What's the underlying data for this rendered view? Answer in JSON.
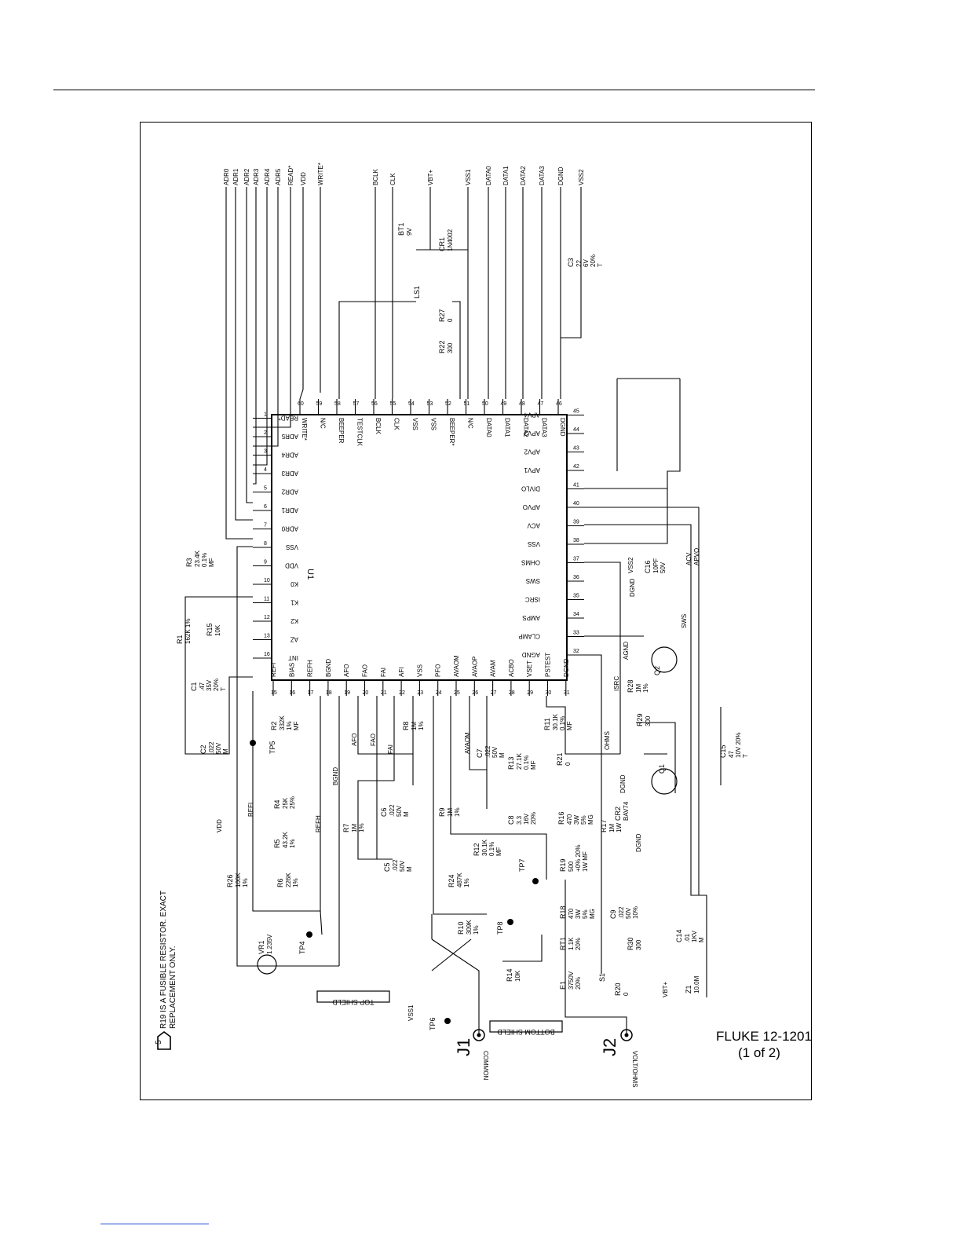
{
  "figure": {
    "id": "FLUKE 12-1201",
    "sheet": "(1 of 2)"
  },
  "note": {
    "marker": "5",
    "lines": [
      "R19 IS A FUSIBLE RESISTOR. EXACT",
      "REPLACEMENT ONLY."
    ]
  },
  "ic": {
    "ref": "U1",
    "pins_left": [
      {
        "n": "16",
        "name": "INT"
      },
      {
        "n": "13",
        "name": "AZ"
      },
      {
        "n": "12",
        "name": "K2"
      },
      {
        "n": "11",
        "name": "K1"
      },
      {
        "n": "10",
        "name": "K0"
      },
      {
        "n": "9",
        "name": "VDD"
      },
      {
        "n": "8",
        "name": "VSS"
      },
      {
        "n": "7",
        "name": "ADR0"
      },
      {
        "n": "6",
        "name": "ADR1"
      },
      {
        "n": "5",
        "name": "ADR2"
      },
      {
        "n": "4",
        "name": "ADR3"
      },
      {
        "n": "3",
        "name": "ADR4"
      },
      {
        "n": "2",
        "name": "ADR5"
      },
      {
        "n": "1",
        "name": "READ*"
      }
    ],
    "pins_top": [
      {
        "n": "15",
        "name": "REFI"
      },
      {
        "n": "16",
        "name": "BIAS"
      },
      {
        "n": "17",
        "name": "REFH"
      },
      {
        "n": "18",
        "name": "BGND"
      },
      {
        "n": "19",
        "name": "AFO"
      },
      {
        "n": "20",
        "name": "FAO"
      },
      {
        "n": "21",
        "name": "FAI"
      },
      {
        "n": "22",
        "name": "AFI"
      },
      {
        "n": "23",
        "name": "VSS"
      },
      {
        "n": "24",
        "name": "PFO"
      },
      {
        "n": "25",
        "name": "AVAOM"
      },
      {
        "n": "26",
        "name": "AVAOP"
      },
      {
        "n": "27",
        "name": "AVAM"
      },
      {
        "n": "28",
        "name": "ACBO"
      },
      {
        "n": "29",
        "name": "VSET"
      },
      {
        "n": "30",
        "name": "PSTEST"
      },
      {
        "n": "31",
        "name": "DGND"
      }
    ],
    "pins_bottom": [
      {
        "n": "60",
        "name": "WRITE*"
      },
      {
        "n": "59",
        "name": "N/C"
      },
      {
        "n": "58",
        "name": "BEEPER"
      },
      {
        "n": "57",
        "name": "TESTCLK"
      },
      {
        "n": "56",
        "name": "BCLK"
      },
      {
        "n": "55",
        "name": "CLK"
      },
      {
        "n": "54",
        "name": "VSS"
      },
      {
        "n": "53",
        "name": "VSS"
      },
      {
        "n": "52",
        "name": "BEEPER*"
      },
      {
        "n": "51",
        "name": "N/C"
      },
      {
        "n": "50",
        "name": "DATA0"
      },
      {
        "n": "49",
        "name": "DATA1"
      },
      {
        "n": "48",
        "name": "DATA2"
      },
      {
        "n": "47",
        "name": "DATA3"
      },
      {
        "n": "46",
        "name": "DGND"
      }
    ],
    "pins_right": [
      {
        "n": "32",
        "name": "AGND"
      },
      {
        "n": "33",
        "name": "CLAMP"
      },
      {
        "n": "34",
        "name": "AMPS"
      },
      {
        "n": "35",
        "name": "ISRC"
      },
      {
        "n": "36",
        "name": "SWS"
      },
      {
        "n": "37",
        "name": "OHMS"
      },
      {
        "n": "38",
        "name": "VSS"
      },
      {
        "n": "39",
        "name": "ACV"
      },
      {
        "n": "40",
        "name": "APVO"
      },
      {
        "n": "41",
        "name": "DIVLO"
      },
      {
        "n": "42",
        "name": "APV1"
      },
      {
        "n": "43",
        "name": "APV2"
      },
      {
        "n": "44",
        "name": "APV3"
      },
      {
        "n": "45",
        "name": "APV4"
      }
    ]
  },
  "signals_top": [
    "ADR0",
    "ADR1",
    "ADR2",
    "ADR3",
    "ADR4",
    "ADR5",
    "READ*",
    "VDD",
    "WRITE*",
    "BCLK",
    "CLK",
    "VBT+",
    "VSS1",
    "DATA0",
    "DATA1",
    "DATA2",
    "DATA3",
    "DGND",
    "VSS2"
  ],
  "components": [
    {
      "ref": "R3",
      "vals": [
        "23.4K",
        "0.1%",
        "MF"
      ]
    },
    {
      "ref": "R1",
      "vals": [
        "162K 1%"
      ]
    },
    {
      "ref": "R15",
      "vals": [
        "10K"
      ]
    },
    {
      "ref": "C1",
      "vals": [
        ".47",
        "35V",
        "20%",
        "T"
      ]
    },
    {
      "ref": "C2",
      "vals": [
        ".022",
        "50V",
        "M"
      ]
    },
    {
      "ref": "R2",
      "vals": [
        "332K",
        "1%",
        "MF"
      ]
    },
    {
      "ref": "TP5",
      "vals": []
    },
    {
      "ref": "R4",
      "vals": [
        "25K",
        "25%"
      ]
    },
    {
      "ref": "R5",
      "vals": [
        "43.2K",
        "1%"
      ]
    },
    {
      "ref": "R26",
      "vals": [
        "100K",
        "1%"
      ]
    },
    {
      "ref": "R6",
      "vals": [
        "226K",
        "1%"
      ]
    },
    {
      "ref": "VR1",
      "vals": [
        "1.235V"
      ]
    },
    {
      "ref": "TP4",
      "vals": []
    },
    {
      "ref": "R7",
      "vals": [
        "1M",
        "1%"
      ]
    },
    {
      "ref": "C6",
      "vals": [
        ".022",
        "50V",
        "M"
      ]
    },
    {
      "ref": "C5",
      "vals": [
        ".022",
        "50V",
        "M"
      ]
    },
    {
      "ref": "R8",
      "vals": [
        "1M",
        "1%"
      ]
    },
    {
      "ref": "R9",
      "vals": [
        "1M",
        "1%"
      ]
    },
    {
      "ref": "C7",
      "vals": [
        ".022",
        "50V",
        "M"
      ]
    },
    {
      "ref": "R13",
      "vals": [
        "27.1K",
        "0.1%",
        "MF"
      ]
    },
    {
      "ref": "C8",
      "vals": [
        "3.3",
        "16V",
        "20%"
      ]
    },
    {
      "ref": "R12",
      "vals": [
        "30.1K",
        "0.1%",
        "MF"
      ]
    },
    {
      "ref": "R24",
      "vals": [
        "487K",
        "1%"
      ]
    },
    {
      "ref": "TP7",
      "vals": []
    },
    {
      "ref": "R10",
      "vals": [
        "309K",
        "1%"
      ]
    },
    {
      "ref": "TP8",
      "vals": []
    },
    {
      "ref": "R14",
      "vals": [
        "10K"
      ]
    },
    {
      "ref": "R11",
      "vals": [
        "30.1K",
        "0.1%",
        "MF"
      ]
    },
    {
      "ref": "R21",
      "vals": [
        "0"
      ]
    },
    {
      "ref": "R16",
      "vals": [
        "470",
        "3W",
        "5%",
        "MG"
      ]
    },
    {
      "ref": "CR2",
      "vals": [
        "BAV74"
      ]
    },
    {
      "ref": "Q1",
      "vals": []
    },
    {
      "ref": "R17",
      "vals": [
        "1M",
        "1W"
      ]
    },
    {
      "ref": "R19",
      "vals": [
        "500",
        "+0% 20%",
        "1W MF"
      ]
    },
    {
      "ref": "R18",
      "vals": [
        "470",
        "3W",
        "5%",
        "MG"
      ]
    },
    {
      "ref": "C9",
      "vals": [
        ".022",
        "50V",
        "10%"
      ]
    },
    {
      "ref": "RT1",
      "vals": [
        "1.1K",
        "20%"
      ]
    },
    {
      "ref": "R30",
      "vals": [
        "300"
      ]
    },
    {
      "ref": "E1",
      "vals": [
        "3750V",
        "20%"
      ]
    },
    {
      "ref": "S1",
      "vals": []
    },
    {
      "ref": "R20",
      "vals": [
        "0"
      ]
    },
    {
      "ref": "C14",
      "vals": [
        ".01",
        "1KV",
        "M"
      ]
    },
    {
      "ref": "Z1",
      "vals": [
        "10.0M"
      ]
    },
    {
      "ref": "R29",
      "vals": [
        "300"
      ]
    },
    {
      "ref": "R28",
      "vals": [
        "1M",
        "1%"
      ]
    },
    {
      "ref": "Q2",
      "vals": []
    },
    {
      "ref": "C15",
      "vals": [
        "47",
        "10V 20%",
        "T"
      ]
    },
    {
      "ref": "C16",
      "vals": [
        "10PF",
        "50V"
      ]
    },
    {
      "ref": "R22",
      "vals": [
        "300"
      ]
    },
    {
      "ref": "R27",
      "vals": [
        "0"
      ]
    },
    {
      "ref": "LS1",
      "vals": []
    },
    {
      "ref": "BT1",
      "vals": [
        "9V"
      ]
    },
    {
      "ref": "CR1",
      "vals": [
        "1N4002"
      ]
    },
    {
      "ref": "C3",
      "vals": [
        "22",
        "6V",
        "20%",
        "T"
      ]
    }
  ],
  "net_labels": [
    "REFI",
    "REFH",
    "BGND",
    "AFO",
    "FAO",
    "FAI",
    "AVAOM",
    "OHMS",
    "ISRC",
    "DGND",
    "AGND",
    "VDD",
    "SWS",
    "ACV",
    "APVO",
    "VSS2",
    "VSS1",
    "VBT+",
    "DGND",
    "DGND"
  ],
  "connectors": [
    {
      "ref": "J1",
      "label": "COMMON"
    },
    {
      "ref": "J2",
      "label": "VOLT/OHMS"
    }
  ],
  "shields": [
    "TOP SHIELD",
    "BOTTOM SHIELD"
  ],
  "tp6": "TP6",
  "colors": {
    "ink": "#000000",
    "paper": "#ffffff",
    "link": "#1a4fd0"
  }
}
